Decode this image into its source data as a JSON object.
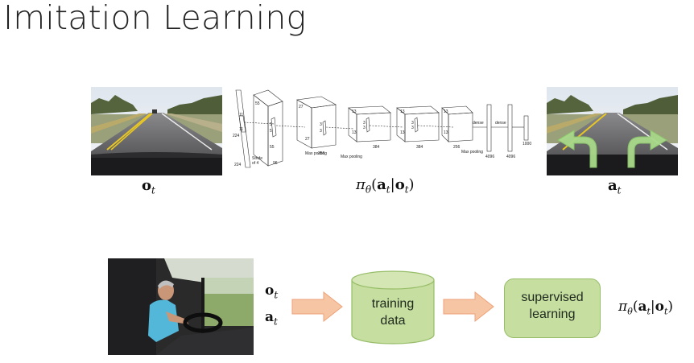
{
  "title": "Imitation Learning",
  "top_row": {
    "input_label": "o_t",
    "policy_label": "π_θ(a_t|o_t)",
    "output_label": "a_t",
    "cnn": {
      "input_dims": [
        "11",
        "11",
        "224",
        "224"
      ],
      "stride_text": [
        "Stride",
        "of 4"
      ],
      "conv1": [
        "55",
        "55",
        "5",
        "5",
        "96"
      ],
      "conv2": [
        "27",
        "27",
        "3",
        "3",
        "256"
      ],
      "conv3": [
        "13",
        "13",
        "3",
        "3",
        "384"
      ],
      "conv4": [
        "13",
        "13",
        "3",
        "3",
        "384"
      ],
      "conv5": [
        "13",
        "13",
        "256"
      ],
      "pool_label": "Max pooling",
      "dense_label": "dense",
      "dense_sizes": [
        "4096",
        "4096",
        "1000"
      ]
    }
  },
  "bottom_row": {
    "obs_label": "o_t",
    "action_label": "a_t",
    "cylinder_text": "training\ndata",
    "box_text": "supervised\nlearning",
    "policy_label": "π_θ(a_t|o_t)"
  },
  "colors": {
    "arrow_fill": "#f6c6a4",
    "arrow_stroke": "#eea278",
    "green_fill": "#c6dea0",
    "green_stroke": "#97bd68",
    "steer_arrow": "#a9d98a"
  }
}
